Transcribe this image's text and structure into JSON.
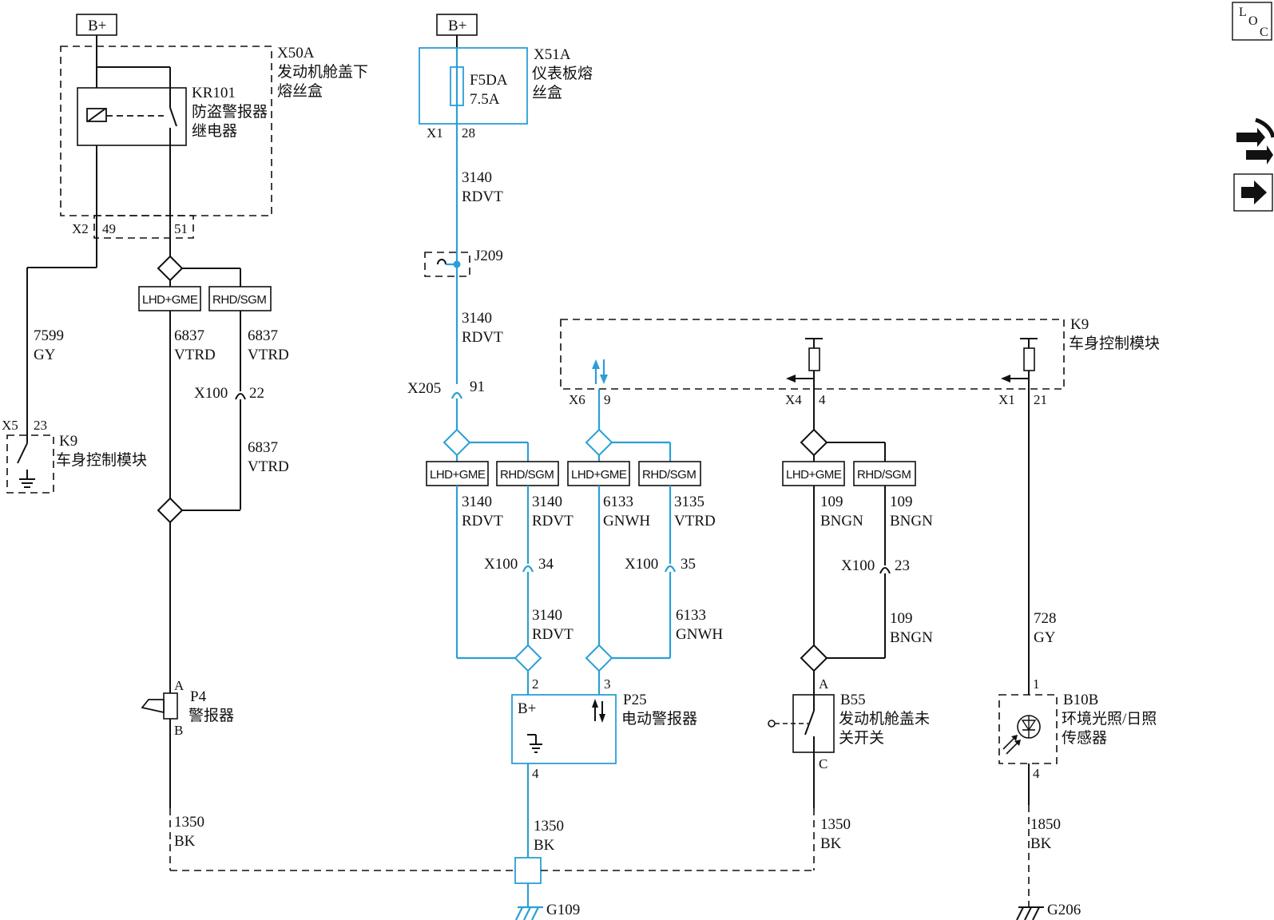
{
  "top": {
    "bplus_left": "B+",
    "bplus_mid": "B+",
    "icon_loc": {
      "l": "L",
      "o": "O",
      "c": "C"
    }
  },
  "x50a": {
    "id": "X50A",
    "name1": "发动机舱盖下",
    "name2": "熔丝盒",
    "conn": "X2",
    "pin49": "49",
    "pin51": "51"
  },
  "kr101": {
    "id": "KR101",
    "name1": "防盗警报器",
    "name2": "继电器"
  },
  "x51a": {
    "id": "X51A",
    "name1": "仪表板熔",
    "name2": "丝盒",
    "fuse": "F5DA",
    "rating": "7.5A",
    "conn": "X1",
    "pin": "28"
  },
  "wires": {
    "w7599": {
      "num": "7599",
      "color": "GY"
    },
    "w6837a": {
      "num": "6837",
      "color": "VTRD"
    },
    "w6837b": {
      "num": "6837",
      "color": "VTRD"
    },
    "w6837c": {
      "num": "6837",
      "color": "VTRD"
    },
    "w3140a": {
      "num": "3140",
      "color": "RDVT"
    },
    "w3140b": {
      "num": "3140",
      "color": "RDVT"
    },
    "w3140c": {
      "num": "3140",
      "color": "RDVT"
    },
    "w3140d": {
      "num": "3140",
      "color": "RDVT"
    },
    "w3140e": {
      "num": "3140",
      "color": "RDVT"
    },
    "w6133a": {
      "num": "6133",
      "color": "GNWH"
    },
    "w6133b": {
      "num": "6133",
      "color": "GNWH"
    },
    "w3135": {
      "num": "3135",
      "color": "VTRD"
    },
    "w109a": {
      "num": "109",
      "color": "BNGN"
    },
    "w109b": {
      "num": "109",
      "color": "BNGN"
    },
    "w109c": {
      "num": "109",
      "color": "BNGN"
    },
    "w728": {
      "num": "728",
      "color": "GY"
    },
    "w1350a": {
      "num": "1350",
      "color": "BK"
    },
    "w1350b": {
      "num": "1350",
      "color": "BK"
    },
    "w1350c": {
      "num": "1350",
      "color": "BK"
    },
    "w1850": {
      "num": "1850",
      "color": "BK"
    }
  },
  "options": {
    "lhd": "LHD+GME",
    "rhd": "RHD/SGM"
  },
  "connectors": {
    "x100_22": {
      "id": "X100",
      "pin": "22"
    },
    "x100_34": {
      "id": "X100",
      "pin": "34"
    },
    "x100_35": {
      "id": "X100",
      "pin": "35"
    },
    "x100_23": {
      "id": "X100",
      "pin": "23"
    },
    "x205": {
      "id": "X205",
      "pin": "91"
    },
    "j209": "J209"
  },
  "k9_left": {
    "conn": "X5",
    "pin": "23",
    "id": "K9",
    "name": "车身控制模块"
  },
  "k9_right": {
    "id": "K9",
    "name": "车身控制模块",
    "x6": "X6",
    "x6pin": "9",
    "x4": "X4",
    "x4pin": "4",
    "x1": "X1",
    "x1pin": "21"
  },
  "p4": {
    "id": "P4",
    "name": "警报器",
    "pinA": "A",
    "pinB": "B"
  },
  "p25": {
    "id": "P25",
    "name": "电动警报器",
    "bplus": "B+",
    "pin2": "2",
    "pin3": "3",
    "pin4": "4"
  },
  "b55": {
    "id": "B55",
    "name1": "发动机舱盖未",
    "name2": "关开关",
    "pinA": "A",
    "pinC": "C"
  },
  "b10b": {
    "id": "B10B",
    "name1": "环境光照/日照",
    "name2": "传感器",
    "pin1": "1",
    "pin4": "4"
  },
  "grounds": {
    "g109": "G109",
    "g206": "G206"
  }
}
